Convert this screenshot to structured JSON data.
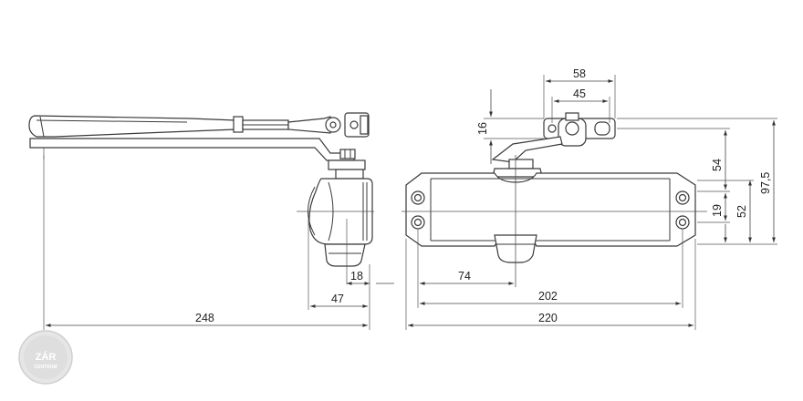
{
  "dimensions": {
    "side_view": {
      "overall_length": "248",
      "body_depth": "47",
      "arm_offset": "18"
    },
    "front_view": {
      "overall_length": "220",
      "hole_spacing": "202",
      "shoe_offset": "74",
      "bracket_width": "58",
      "bracket_hole_spacing": "45",
      "bracket_height": "16",
      "arm_to_holes": "54",
      "hole_vertical_spacing": "19",
      "body_height": "52",
      "overall_height": "97,5"
    }
  },
  "logo": {
    "main_text": "ZÁR",
    "sub_text": "CENTRUM"
  }
}
